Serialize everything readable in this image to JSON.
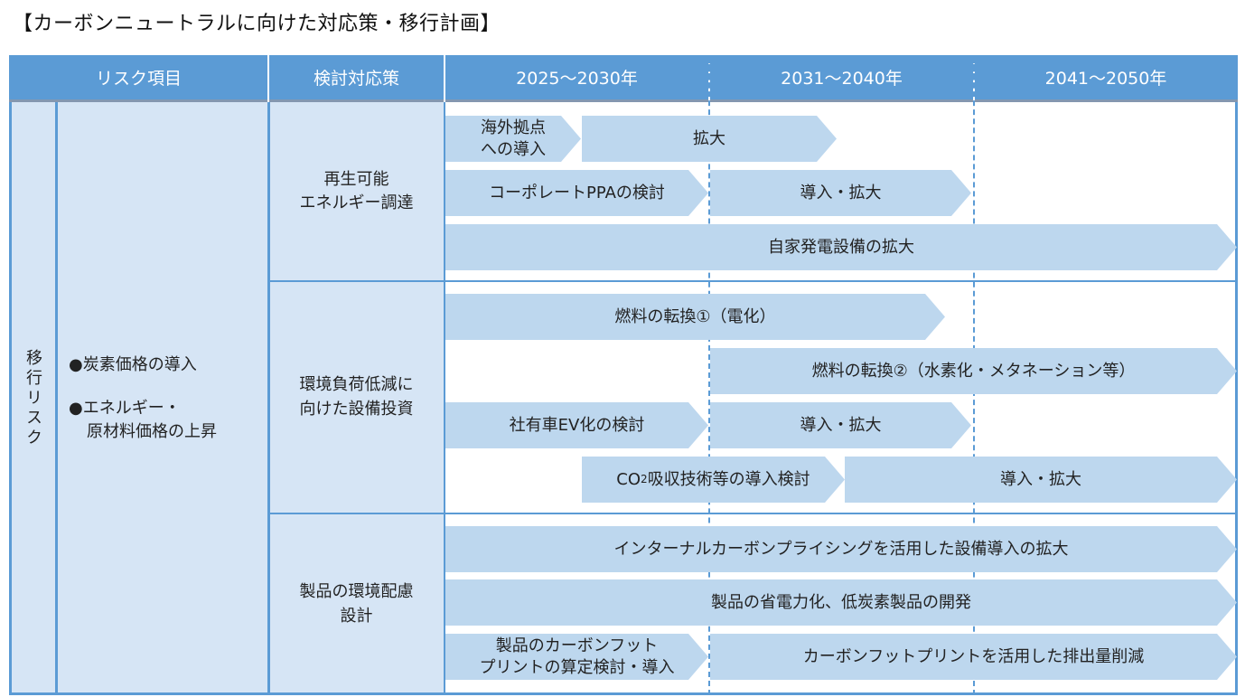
{
  "title": "【カーボンニュートラルに向けた対応策・移行計画】",
  "header": {
    "risk_item": "リスク項目",
    "measures": "検討対応策",
    "periods": [
      "2025～2030年",
      "2031～2040年",
      "2041～2050年"
    ]
  },
  "risk_category": "移行リスク",
  "risk_items": [
    "●炭素価格の導入",
    "●エネルギー・",
    "原材料価格の上昇"
  ],
  "groups": [
    {
      "label_line1": "再生可能",
      "label_line2": "エネルギー調達",
      "bars": [
        {
          "line1": "海外拠点",
          "line2": "への導入"
        },
        {
          "label": "拡大"
        },
        {
          "label": "コーポレートPPAの検討"
        },
        {
          "label": "導入・拡大"
        },
        {
          "label": "自家発電設備の拡大"
        }
      ]
    },
    {
      "label_line1": "環境負荷低減に",
      "label_line2": "向けた設備投資",
      "bars": [
        {
          "label": "燃料の転換①（電化）"
        },
        {
          "label": "燃料の転換②（水素化・メタネーション等）"
        },
        {
          "label": "社有車EV化の検討"
        },
        {
          "label": "導入・拡大"
        },
        {
          "label_prefix": "CO",
          "label_sub": "2",
          "label_suffix": "吸収技術等の導入検討"
        },
        {
          "label": "導入・拡大"
        }
      ]
    },
    {
      "label_line1": "製品の環境配慮",
      "label_line2": "設計",
      "bars": [
        {
          "label": "インターナルカーボンプライシングを活用した設備導入の拡大"
        },
        {
          "label": "製品の省電力化、低炭素製品の開発"
        },
        {
          "line1": "製品のカーボンフット",
          "line2": "プリントの算定検討・導入"
        },
        {
          "label": "カーボンフットプリントを活用した排出量削減"
        }
      ]
    }
  ],
  "colors": {
    "header_bg": "#5b9bd5",
    "cell_bg": "#d6e5f5",
    "bar_bg": "#bdd7ee",
    "border": "#5b9bd5"
  }
}
